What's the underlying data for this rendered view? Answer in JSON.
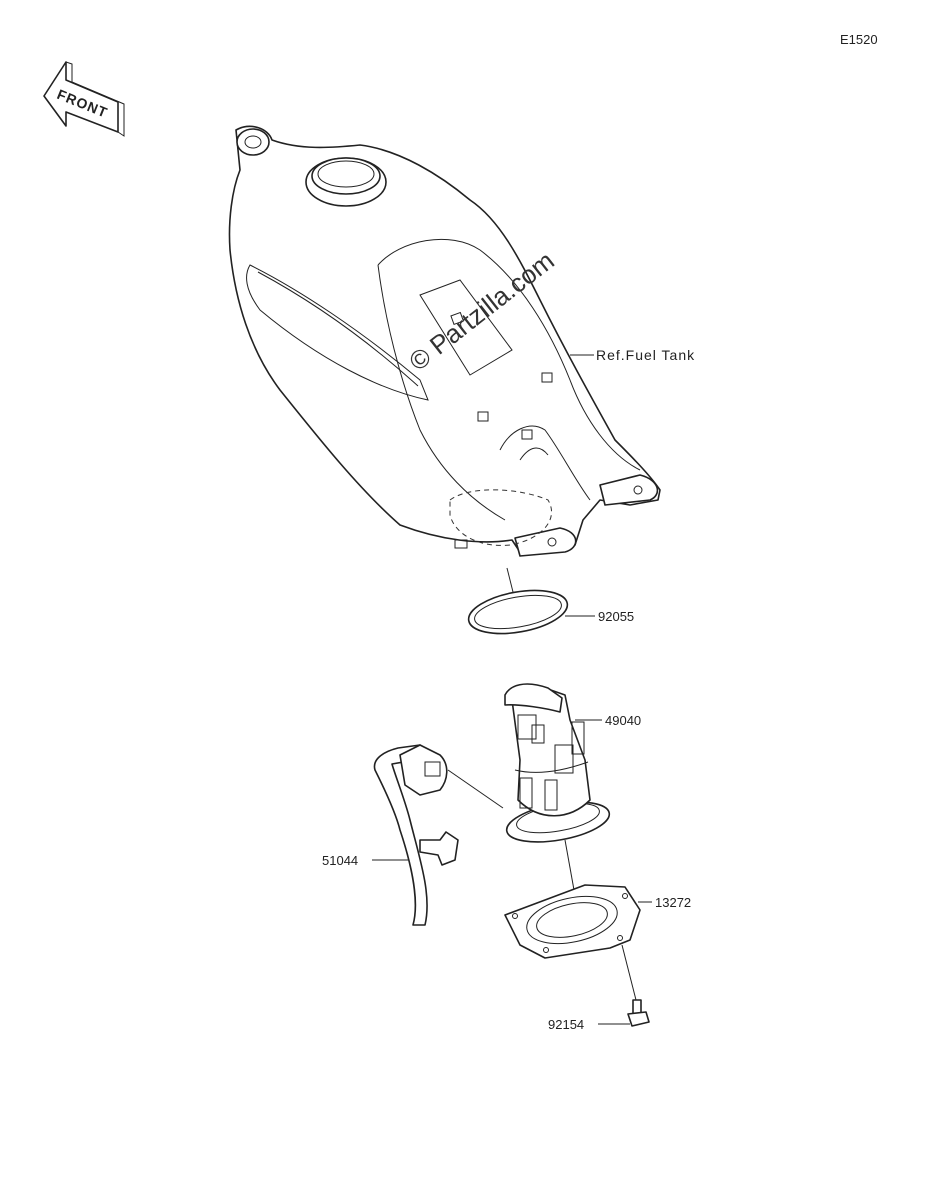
{
  "diagram": {
    "code": "E1520",
    "front_label": "FRONT",
    "watermark": "© Partzilla.com",
    "parts": {
      "fuel_tank": "Ref.Fuel Tank",
      "o_ring": "92055",
      "fuel_pump": "49040",
      "gasket": "13272",
      "bolt": "92154",
      "hose": "51044"
    }
  }
}
